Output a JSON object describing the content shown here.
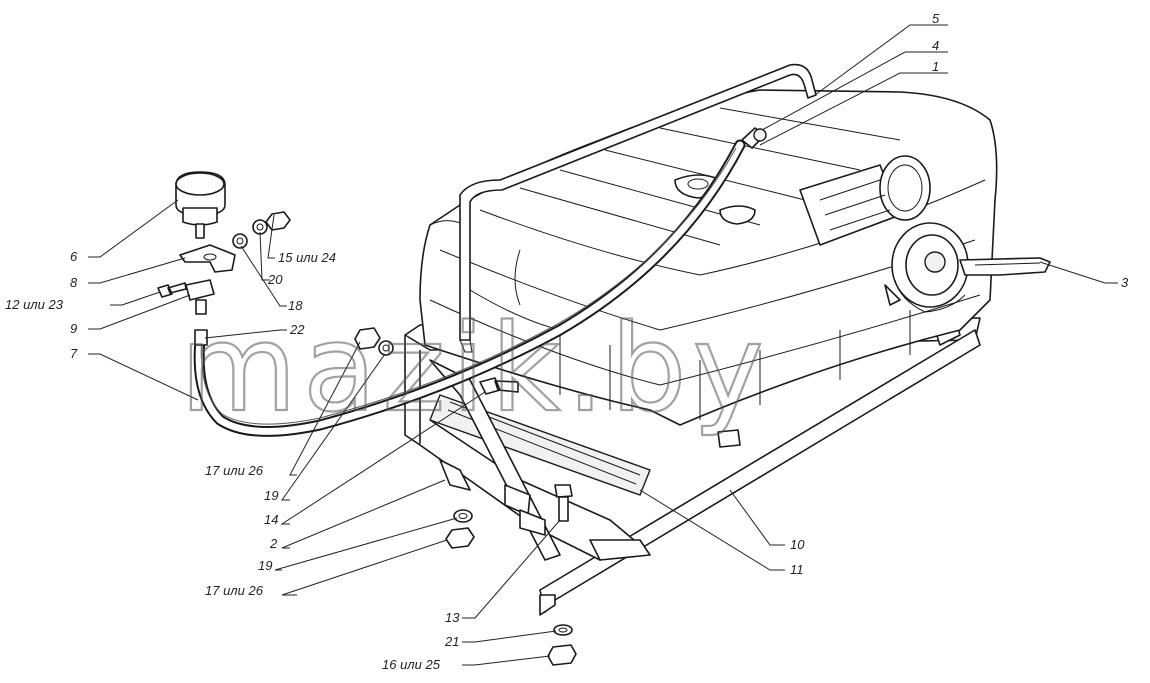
{
  "watermark": "mazik.by",
  "labels": {
    "l1": "1",
    "l2": "2",
    "l3": "3",
    "l4": "4",
    "l5": "5",
    "l6": "6",
    "l7": "7",
    "l8": "8",
    "l9": "9",
    "l10": "10",
    "l11": "11",
    "l12": "12 или 23",
    "l13": "13",
    "l14": "14",
    "l15": "15 или 24",
    "l16": "16 или 25",
    "l17a": "17 или 26",
    "l17b": "17 или 26",
    "l18": "18",
    "l19a": "19",
    "l19b": "19",
    "l20": "20",
    "l21": "21",
    "l22": "22"
  }
}
